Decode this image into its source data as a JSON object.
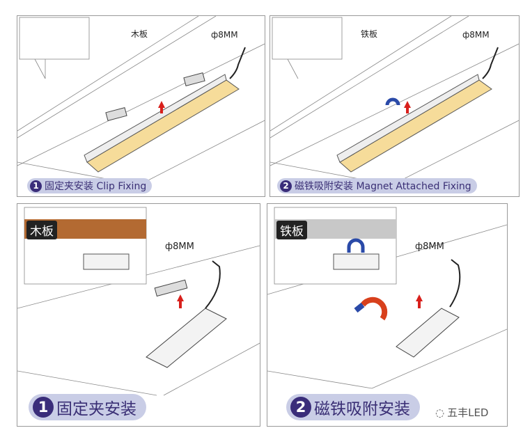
{
  "panels": [
    {
      "label_num": "1",
      "label": "固定夹安装 Clip Fixing",
      "board": "木板",
      "cable": "ф8MM"
    },
    {
      "label_num": "2",
      "label": "磁铁吸附安装 Magnet Attached Fixing",
      "board": "铁板",
      "cable": "ф8MM"
    },
    {
      "label_num": "1",
      "label": "固定夹安装",
      "board": "木板",
      "cable": "ф8MM"
    },
    {
      "label_num": "2",
      "label": "磁铁吸附安装",
      "board": "铁板",
      "cable": "ф8MM"
    }
  ],
  "watermark": "五丰LED",
  "colors": {
    "pill": "#c9cde6",
    "accent": "#3a2d7a",
    "light": "#f6dc9a",
    "arrow": "#d8201c"
  }
}
